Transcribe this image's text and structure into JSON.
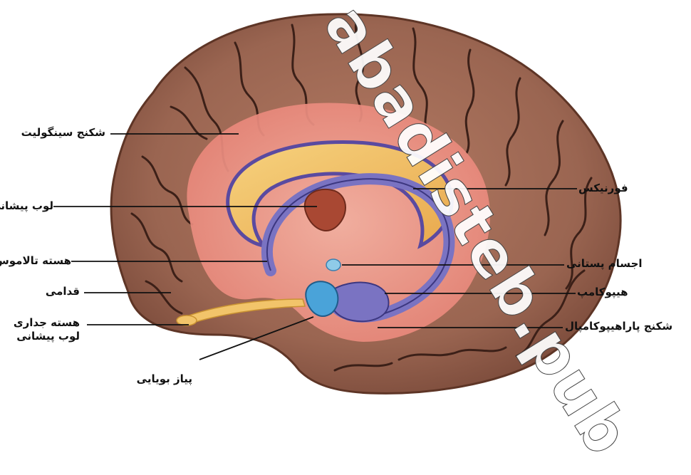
{
  "labels": {
    "cingulate_gyrus": "شکنج سینگولیت",
    "frontal_lobe": "لوب پیشانی",
    "anterior_thalamic_nucleus": "هسته تالاموس",
    "anterior": "قدامی",
    "septal_nucleus_line1": "هسته جداری",
    "septal_nucleus_line2": "لوب پیشانی",
    "olfactory_bulb": "پیاز بویایی",
    "fornix": "فورنیکس",
    "mammillary_bodies": "اجسام پستانی",
    "hippocampus": "هیپوکامپ",
    "parahippocampal_gyrus": "شکنج پاراهیپوکامپال"
  },
  "watermark": "abadisteb.pub",
  "colors": {
    "brain": "#9a6a55",
    "sulci": "#3c2018",
    "limbic_pink": "#f0a89c",
    "fornix_purple": "#7a73c2",
    "yellow": "#f2c46a",
    "blue": "#4aa3d9",
    "thalamus_red": "#a94833"
  }
}
